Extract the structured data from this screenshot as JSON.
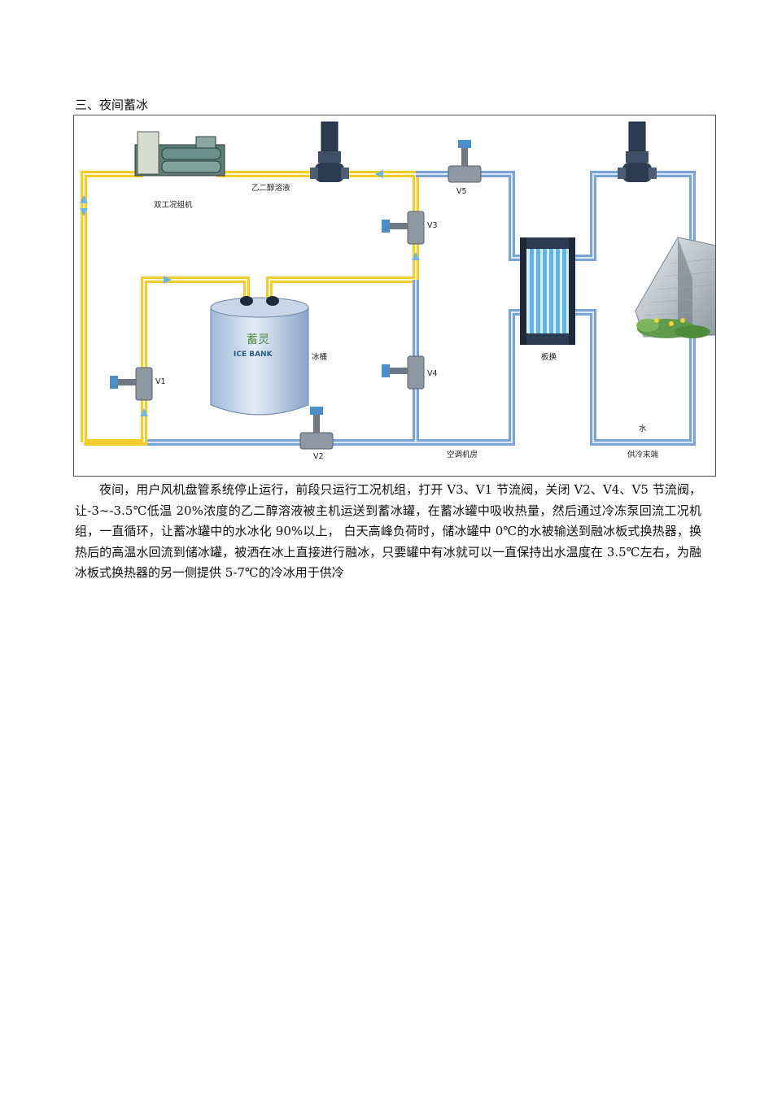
{
  "section_heading": "三、夜间蓄冰",
  "diagram": {
    "labels": {
      "chiller": "双工况组机",
      "glycol": "乙二醇溶液",
      "valve_v1": "V1",
      "valve_v2": "V2",
      "valve_v3": "V3",
      "valve_v4": "V4",
      "valve_v5": "V5",
      "ice_tank": "冰桶",
      "tank_brand_cn": "蓄灵",
      "tank_brand_en": "ICE BANK",
      "plate_exchanger": "板换",
      "ac_room": "空调机房",
      "water": "水",
      "terminal": "供冷末端"
    },
    "colors": {
      "glycol_pipe": "#f3cc2e",
      "water_pipe": "#7aa3d8",
      "flow_arrow": "#6fb6e4",
      "equipment_dark": "#2c3b52"
    }
  },
  "paragraph": "夜间，用户风机盘管系统停止运行，前段只运行工况机组，打开 V3、V1 节流阀，关闭 V2、V4、V5 节流阀，让-3~-3.5℃低温 20%浓度的乙二醇溶液被主机运送到蓄冰罐，在蓄冰罐中吸收热量，然后通过冷冻泵回流工况机组，一直循环，让蓄冰罐中的水冰化 90%以上， 白天高峰负荷时，储冰罐中 0℃的水被输送到融冰板式换热器，换热后的高温水回流到储冰罐，被洒在冰上直接进行融冰，只要罐中有冰就可以一直保持出水温度在 3.5℃左右，为融冰板式换热器的另一侧提供 5-7℃的冷冰用于供冷"
}
